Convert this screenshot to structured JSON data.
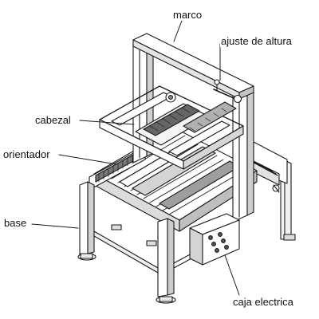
{
  "diagram": {
    "labels": {
      "marco": "marco",
      "ajuste_altura": "ajuste de altura",
      "cabezal": "cabezal",
      "orientador": "orientador",
      "base": "base",
      "caja_electrica": "caja electrica"
    },
    "colors": {
      "line": "#1a1a1a",
      "fill": "#ffffff",
      "shade": "#cfcfcf",
      "dark": "#6a6a6a",
      "background": "#ffffff"
    }
  }
}
